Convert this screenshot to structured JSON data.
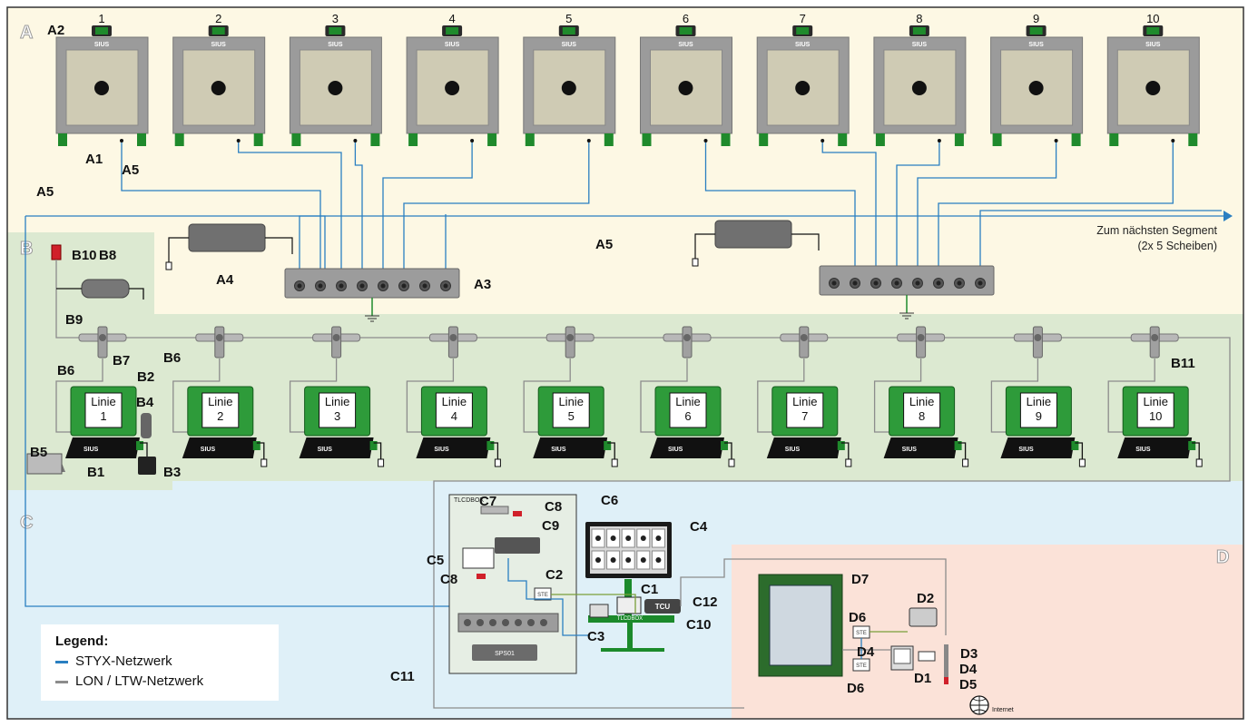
{
  "zones": {
    "a": {
      "letter": "A",
      "color": "#fdf8e4"
    },
    "b": {
      "letter": "B",
      "color": "#dce9d1"
    },
    "c": {
      "letter": "C",
      "color": "#dff0f8"
    },
    "d": {
      "letter": "D",
      "color": "#fbe2d8"
    }
  },
  "targets": [
    {
      "number": "1",
      "brand": "SIUS"
    },
    {
      "number": "2",
      "brand": "SIUS"
    },
    {
      "number": "3",
      "brand": "SIUS"
    },
    {
      "number": "4",
      "brand": "SIUS"
    },
    {
      "number": "5",
      "brand": "SIUS"
    },
    {
      "number": "6",
      "brand": "SIUS"
    },
    {
      "number": "7",
      "brand": "SIUS"
    },
    {
      "number": "8",
      "brand": "SIUS"
    },
    {
      "number": "9",
      "brand": "SIUS"
    },
    {
      "number": "10",
      "brand": "SIUS"
    }
  ],
  "monitors": [
    {
      "line": "Linie",
      "number": "1",
      "brand": "SIUS"
    },
    {
      "line": "Linie",
      "number": "2",
      "brand": "SIUS"
    },
    {
      "line": "Linie",
      "number": "3",
      "brand": "SIUS"
    },
    {
      "line": "Linie",
      "number": "4",
      "brand": "SIUS"
    },
    {
      "line": "Linie",
      "number": "5",
      "brand": "SIUS"
    },
    {
      "line": "Linie",
      "number": "6",
      "brand": "SIUS"
    },
    {
      "line": "Linie",
      "number": "7",
      "brand": "SIUS"
    },
    {
      "line": "Linie",
      "number": "8",
      "brand": "SIUS"
    },
    {
      "line": "Linie",
      "number": "9",
      "brand": "SIUS"
    },
    {
      "line": "Linie",
      "number": "10",
      "brand": "SIUS"
    }
  ],
  "labels": {
    "A1": "A1",
    "A2": "A2",
    "A3": "A3",
    "A4": "A4",
    "A5": "A5",
    "B1": "B1",
    "B2": "B2",
    "B3": "B3",
    "B4": "B4",
    "B5": "B5",
    "B6": "B6",
    "B7": "B7",
    "B8": "B8",
    "B9": "B9",
    "B10": "B10",
    "B11": "B11",
    "C1": "C1",
    "C2": "C2",
    "C3": "C3",
    "C4": "C4",
    "C5": "C5",
    "C6": "C6",
    "C7": "C7",
    "C8": "C8",
    "C9": "C9",
    "C10": "C10",
    "C11": "C11",
    "C12": "C12",
    "D1": "D1",
    "D2": "D2",
    "D3": "D3",
    "D4": "D4",
    "D5": "D5",
    "D6": "D6",
    "D7": "D7"
  },
  "devices": {
    "tlcdbox_label": "TLCDBOX",
    "tlcdbox_station": "TLCDBOX",
    "tcu": "TCU",
    "ste": "STE",
    "sps": "SPS01",
    "internet": "Internet"
  },
  "next_segment": {
    "line1": "Zum nächsten Segment",
    "line2": "(2x 5 Scheiben)"
  },
  "legend": {
    "title": "Legend:",
    "styx": "STYX-Netzwerk",
    "lon": "LON / LTW-Netzwerk",
    "styx_color": "#2a7fc1",
    "lon_color": "#8c8c8c"
  },
  "colors": {
    "target_frame": "#9b9b9b",
    "target_face": "#cfcbb4",
    "green": "#1f8a2c",
    "monitor_green": "#2e9b3a",
    "styx": "#2a7fc1",
    "lon": "#8c8c8c"
  }
}
